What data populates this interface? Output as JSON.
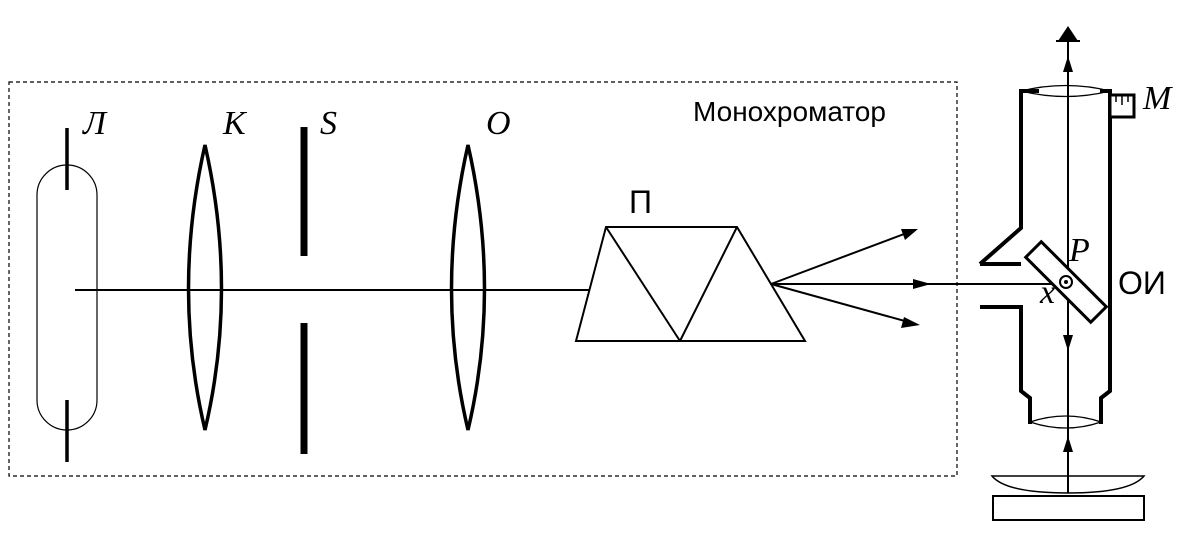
{
  "labels": {
    "lamp": "Л",
    "condenser": "K",
    "slit": "S",
    "objective": "O",
    "monochromator": "Монохроматор",
    "prism": "П",
    "plate": "P",
    "position": "x",
    "micrometer": "M",
    "microscope": "ОИ"
  },
  "colors": {
    "line": "#000000",
    "background": "#ffffff"
  },
  "icons": {
    "eye": "eye-icon"
  }
}
